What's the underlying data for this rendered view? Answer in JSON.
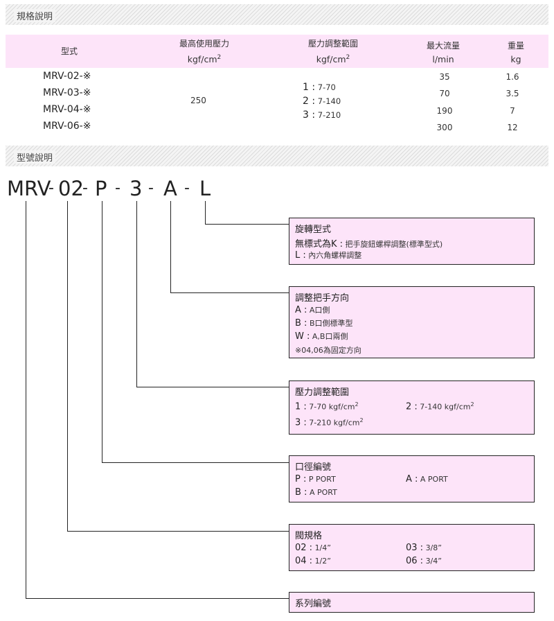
{
  "sections": {
    "spec": "規格說明",
    "model": "型號說明"
  },
  "spec_table": {
    "headers": {
      "type": "型式",
      "pressure_max": "最高使用壓力",
      "pressure_max_unit": "kgf/cm",
      "pressure_range": "壓力調整範圍",
      "pressure_range_unit": "kgf/cm",
      "sup": "2",
      "flow": "最大流量",
      "flow_unit": "l/min",
      "weight": "重量",
      "weight_unit": "kg"
    },
    "models": [
      "MRV-02-※",
      "MRV-03-※",
      "MRV-04-※",
      "MRV-06-※"
    ],
    "max_pressure": "250",
    "ranges": [
      {
        "code": "1 :",
        "value": "7-70"
      },
      {
        "code": "2 :",
        "value": "7-140"
      },
      {
        "code": "3 :",
        "value": "7-210"
      }
    ],
    "flows": [
      "35",
      "70",
      "190",
      "300"
    ],
    "weights": [
      "1.6",
      "3.5",
      "7",
      "12"
    ]
  },
  "code": {
    "parts": [
      "MRV",
      "02",
      "P",
      "3",
      "A",
      "L"
    ],
    "sep": "-"
  },
  "boxes": {
    "rotation": {
      "title": "旋轉型式",
      "l1_key": "無標式為K :",
      "l1_val": "把手旋鈕螺桿調整(標準型式)",
      "l2_key": "L :",
      "l2_val": "內六角螺桿調整"
    },
    "handle": {
      "title": "調整把手方向",
      "l1_key": "A :",
      "l1_val": "A口側",
      "l2_key": "B :",
      "l2_val": "B口側標準型",
      "l3_key": "W :",
      "l3_val": "A,B口兩側",
      "note": "※04,06為固定方向"
    },
    "range": {
      "title": "壓力調整範圍",
      "a_key": "1 :",
      "a_val": "7-70 kgf/cm",
      "b_key": "2 :",
      "b_val": "7-140 kgf/cm",
      "c_key": "3 :",
      "c_val": "7-210 kgf/cm",
      "sup": "2"
    },
    "port": {
      "title": "口徑編號",
      "a_key": "P :",
      "a_val": "P PORT",
      "b_key": "A :",
      "b_val": "A PORT",
      "c_key": "B :",
      "c_val": "A PORT"
    },
    "size": {
      "title": "閥規格",
      "a_key": "02 :",
      "a_val": "1/4”",
      "b_key": "03 :",
      "b_val": "3/8”",
      "c_key": "04 :",
      "c_val": "1/2”",
      "d_key": "06 :",
      "d_val": "3/4”"
    },
    "series": {
      "title": "系列編號"
    }
  }
}
